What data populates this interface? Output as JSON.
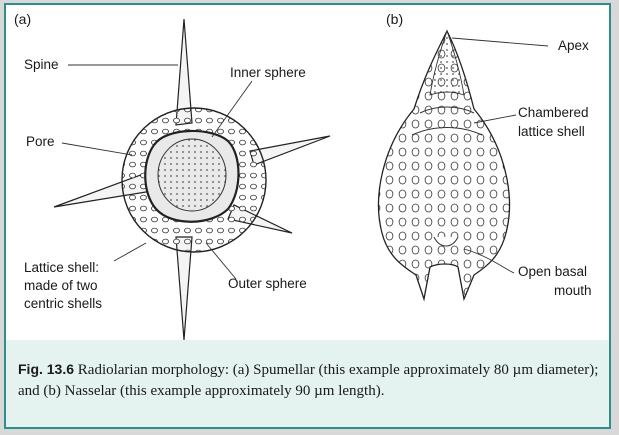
{
  "figure": {
    "panels": {
      "a": "(a)",
      "b": "(b)"
    },
    "labels_a": {
      "spine": "Spine",
      "inner_sphere": "Inner sphere",
      "pore": "Pore",
      "lattice_line1": "Lattice shell:",
      "lattice_line2": "made of two",
      "lattice_line3": "centric shells",
      "outer_sphere": "Outer sphere"
    },
    "labels_b": {
      "apex": "Apex",
      "chambered_line1": "Chambered",
      "chambered_line2": "lattice shell",
      "basal_line1": "Open basal",
      "basal_line2": "mouth"
    }
  },
  "caption": {
    "label": "Fig. 13.6",
    "text": "Radiolarian morphology: (a) Spumellar (this example approximately 80 µm diameter); and (b) Nasselar (this example approximately 90 µm length)."
  }
}
